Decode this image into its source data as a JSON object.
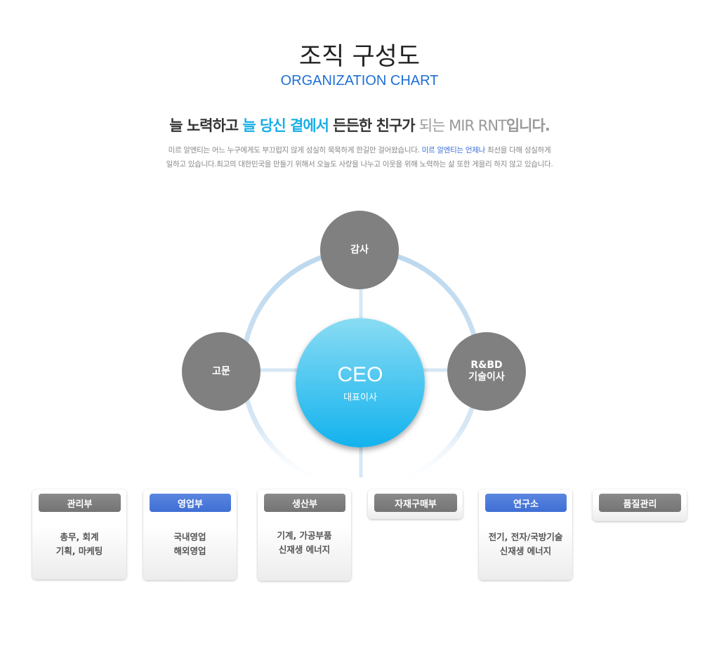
{
  "title": "조직 구성도",
  "subtitle": "ORGANIZATION CHART",
  "headline": {
    "p1": "늘 노력하고 ",
    "p2": "늘 당신 곁에서",
    "p3": " 든든한 친구가 ",
    "p4": "되는 MIR RNT",
    "p5": "입니다."
  },
  "intro": {
    "l1a": "미르 알엔티는 어느 누구에게도 부끄럽지 않게 성실히 묵묵하게 한길만 걸어왔습니다. ",
    "l1b": "미르 알엔티는 언제나",
    "l1c": " 최선을 다해 성실하게",
    "l2": "일하고 있습니다.최고의 대한민국을 만들기 위해서 오늘도 사랑을 나누고 이웃을 위해 노력하는 삶 또한 게을리 하지 않고 있습니다."
  },
  "chart": {
    "top": "감사",
    "left": "고문",
    "right_1": "R&BD",
    "right_2": "기술이사",
    "ceo": "CEO",
    "ceo_sub": "대표이사"
  },
  "departments": [
    {
      "name": "관리부",
      "lines": [
        "총무, 회계",
        "기획, 마케팅"
      ]
    },
    {
      "name": "영업부",
      "lines": [
        "국내영업",
        "해외영업"
      ]
    },
    {
      "name": "생산부",
      "lines": [
        "기계, 가공부품",
        "신재생 에너지"
      ]
    },
    {
      "name": "자재구매부",
      "lines": []
    },
    {
      "name": "연구소",
      "lines": [
        "전기, 전자/국방기술",
        "신재생 에너지"
      ]
    },
    {
      "name": "품질관리",
      "lines": []
    }
  ]
}
